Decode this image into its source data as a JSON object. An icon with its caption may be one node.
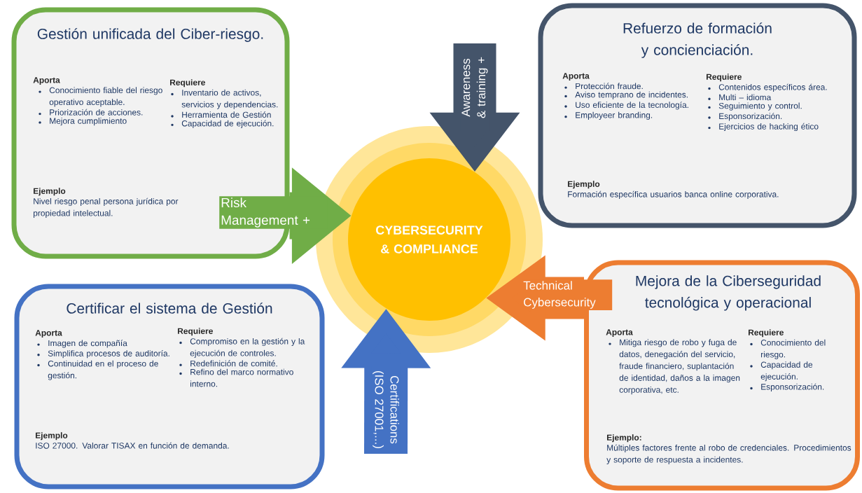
{
  "diagram": {
    "nodes": [
      {
        "text": [
          "Gestión unificada del Ciber-riesgo.",
          "Aporta",
          "Conocimiento fiable del riesgo operativo aceptable.",
          "Priorización de acciones.",
          "Mejora cumplimiento",
          "Requiere",
          "Inventario de activos, servicios y dependencias.",
          "Herramienta de Gestión",
          "Capacidad de ejecución.",
          "Ejemplo",
          "Nivel riesgo penal persona jurídica por propiedad intelectual."
        ]
      },
      {
        "text": [
          "Refuerzo de formación y concienciación.",
          "Aporta",
          "Protección fraude.",
          "Aviso temprano de incidentes.",
          "Uso eficiente de la tecnología.",
          "Employeer branding.",
          "Requiere",
          "Contenidos específicos área.",
          "Multi – idioma",
          "Seguimiento y control.",
          "Esponsorización.",
          "Ejercicios de hacking ético",
          "Ejemplo",
          "Formación específica usuarios banca online corporativa."
        ]
      },
      {
        "text": [
          "Certificar el sistema de Gestión",
          "Aporta",
          "Imagen de compañía",
          "Simplifica procesos de auditoría.",
          "Continuidad en el proceso de gestión.",
          "Requiere",
          "Compromiso en la gestión y la ejecución de controles.",
          "Redefinición de comité.",
          "Refino del marco normativo interno.",
          "Ejemplo",
          "ISO 27000. Valorar TISAX en función de demanda."
        ]
      },
      {
        "text": [
          "Mejora de la Ciberseguridad tecnológica y operacional",
          "Aporta",
          "Mitiga riesgo de robo y fuga de datos, denegación del servicio, fraude financiero, suplantación de identidad, daños a la imagen corporativa, etc.",
          "Requiere",
          "Conocimiento del riesgo.",
          "Capacidad de ejecución.",
          "Esponsorización.",
          "Ejemplo:",
          "Múltiples factores frente al robo de credenciales. Procedimientos y soporte de respuesta a incidentes."
        ]
      },
      {
        "text": [
          "CYBERSECURITY & COMPLIANCE"
        ]
      }
    ],
    "edges": [
      {
        "from": 0,
        "to": 4,
        "arrow": "to",
        "label": "Risk Management +",
        "color": "#70ad47"
      },
      {
        "from": null,
        "to": 4,
        "arrow": "to",
        "label": "Awareness & training +",
        "color": "#44546a"
      },
      {
        "from": null,
        "to": 4,
        "arrow": "to",
        "label": "Certifications (ISO 27001,...)",
        "color": "#4472c4"
      },
      {
        "from": 3,
        "to": 4,
        "arrow": "to",
        "label": "Technical Cybersecurity",
        "color": "#ed7d31"
      }
    ]
  }
}
